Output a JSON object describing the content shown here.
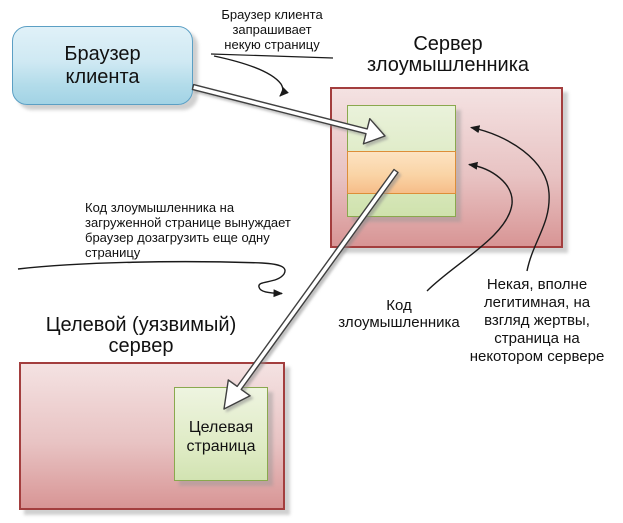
{
  "diagram": {
    "client_browser": "Браузер\nклиента",
    "attacker_server_title": "Сервер\nзлоумышленника",
    "target_server_title": "Целевой (уязвимый)\nсервер",
    "target_page": "Целевая\nстраница",
    "annotation_request": "Браузер клиента\nзапрашивает\nнекую страницу",
    "annotation_forced": "Код злоумышленника на\nзагруженной странице вынуждает\nбраузер дозагрузить еще одну\nстраницу",
    "label_attacker_code": "Код\nзлоумышленника",
    "label_legit_page": "Некая, вполне\nлегитимная, на\nвзгляд жертвы,\nстраница на\nнекотором сервере"
  },
  "colors": {
    "client_box_fill_top": "#e0f1f8",
    "client_box_fill_bottom": "#a2d3e5",
    "client_box_border": "#5b9fc4",
    "server_box_fill_top": "#f4e2e2",
    "server_box_fill_bottom": "#d89595",
    "server_box_border": "#a33e3e",
    "page_box_fill_top": "#eaf2db",
    "page_box_fill_bottom": "#cfe2ad",
    "page_box_border": "#8aa84e",
    "code_band_fill_top": "#fde3c2",
    "code_band_fill_bottom": "#f6bd89",
    "code_band_border": "#dd8e38",
    "big_arrow_fill": "#ffffff",
    "big_arrow_outline": "#3f3f3f",
    "connector_color": "#1a1a1a"
  }
}
